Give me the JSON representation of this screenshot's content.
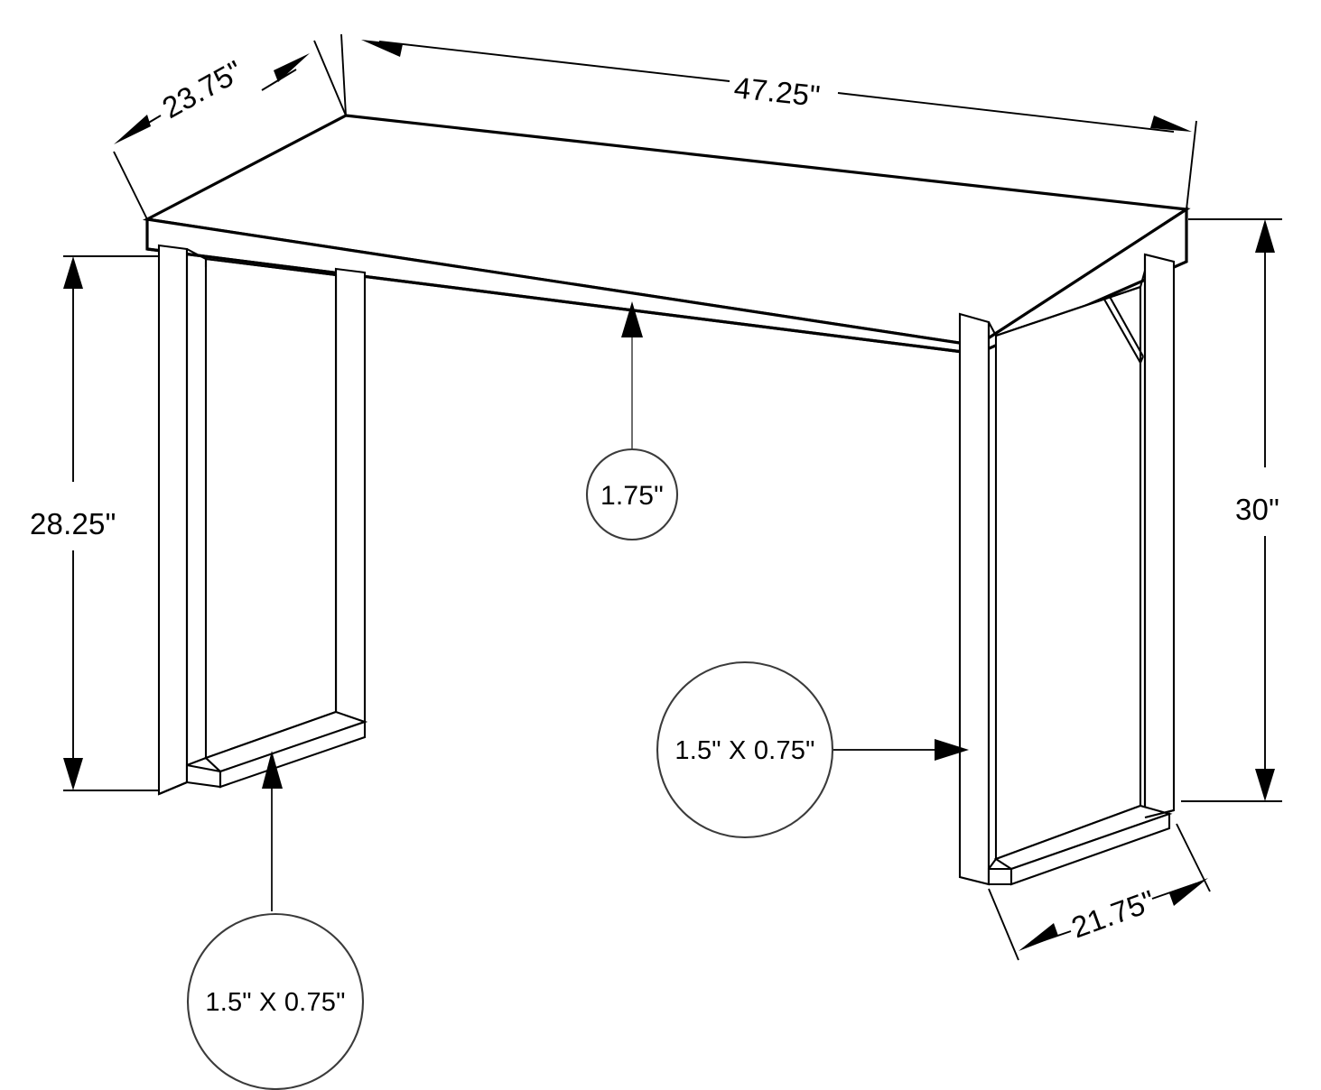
{
  "drawing": {
    "title": "Desk Dimensional Drawing",
    "subject": "writing desk with metal U-frame legs",
    "units": "inches",
    "view": "isometric",
    "background_color": "#ffffff",
    "line_color": "#000000",
    "leader_color": "#6e6e6e",
    "callout_stroke_color": "#3b3b3b"
  },
  "dimensions": {
    "depth_top": {
      "label": "23.75\"",
      "value": 23.75,
      "name": "top-depth"
    },
    "width_top": {
      "label": "47.25\"",
      "value": 47.25,
      "name": "top-width"
    },
    "height_clearance_left": {
      "label": "28.25\"",
      "value": 28.25,
      "name": "under-top-height"
    },
    "height_overall_right": {
      "label": "30\"",
      "value": 30,
      "name": "overall-height"
    },
    "leg_depth_bottom": {
      "label": "21.75\"",
      "value": 21.75,
      "name": "leg-base-depth"
    }
  },
  "callouts": {
    "top_thickness": {
      "label": "1.75\"",
      "value": 1.75,
      "name": "tabletop-thickness"
    },
    "frame_profile_right": {
      "label": "1.5\" X 0.75\"",
      "name": "right-leg-tube-profile"
    },
    "frame_profile_left": {
      "label": "1.5\" X 0.75\"",
      "name": "left-leg-tube-profile"
    }
  },
  "annotation_list": [
    {
      "id": "d1",
      "text": "23.75\"",
      "kind": "linear-dimension",
      "location": "upper-left"
    },
    {
      "id": "d2",
      "text": "47.25\"",
      "kind": "linear-dimension",
      "location": "upper-right"
    },
    {
      "id": "d3",
      "text": "28.25\"",
      "kind": "linear-dimension",
      "location": "left"
    },
    {
      "id": "d4",
      "text": "30\"",
      "kind": "linear-dimension",
      "location": "right"
    },
    {
      "id": "d5",
      "text": "21.75\"",
      "kind": "linear-dimension",
      "location": "lower-right"
    },
    {
      "id": "c1",
      "text": "1.75\"",
      "kind": "balloon-callout",
      "location": "center"
    },
    {
      "id": "c2",
      "text": "1.5\" X 0.75\"",
      "kind": "balloon-callout",
      "location": "center-lower"
    },
    {
      "id": "c3",
      "text": "1.5\" X 0.75\"",
      "kind": "balloon-callout",
      "location": "lower-left"
    }
  ]
}
